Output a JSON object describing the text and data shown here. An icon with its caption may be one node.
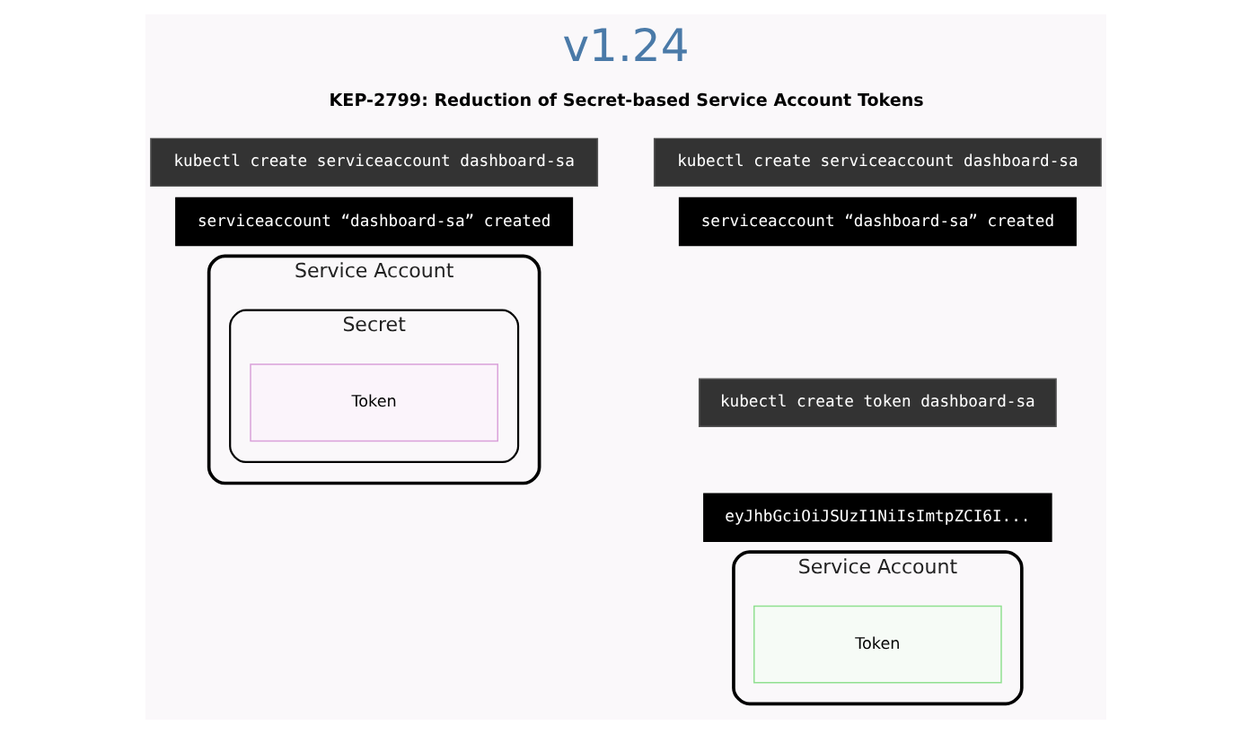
{
  "diagram": {
    "title": "v1.24",
    "nodes": [
      {
        "text": [
          "kubectl create serviceaccount dashboard-sa"
        ]
      },
      {
        "text": [
          "serviceaccount “dashboard-sa” created"
        ]
      },
      {
        "text": [
          "kubectl create serviceaccount dashboard-sa"
        ]
      },
      {
        "text": [
          "serviceaccount “dashboard-sa” created"
        ]
      },
      {
        "text": [
          "kubectl create token dashboard-sa"
        ]
      },
      {
        "text": [
          "eyJhbGciOiJSUzI1NiIsImtpZCI6I..."
        ]
      },
      {
        "text": [
          "Service Account"
        ]
      },
      {
        "text": [
          "Secret"
        ],
        "in": 6
      },
      {
        "text": [
          "Token"
        ],
        "in": 7
      },
      {
        "text": [
          "Service Account"
        ]
      },
      {
        "text": [
          "Token"
        ],
        "in": 9
      }
    ],
    "edges": [],
    "labels": [
      "KEP-2799: Reduction of Secret-based Service Account Tokens"
    ]
  }
}
